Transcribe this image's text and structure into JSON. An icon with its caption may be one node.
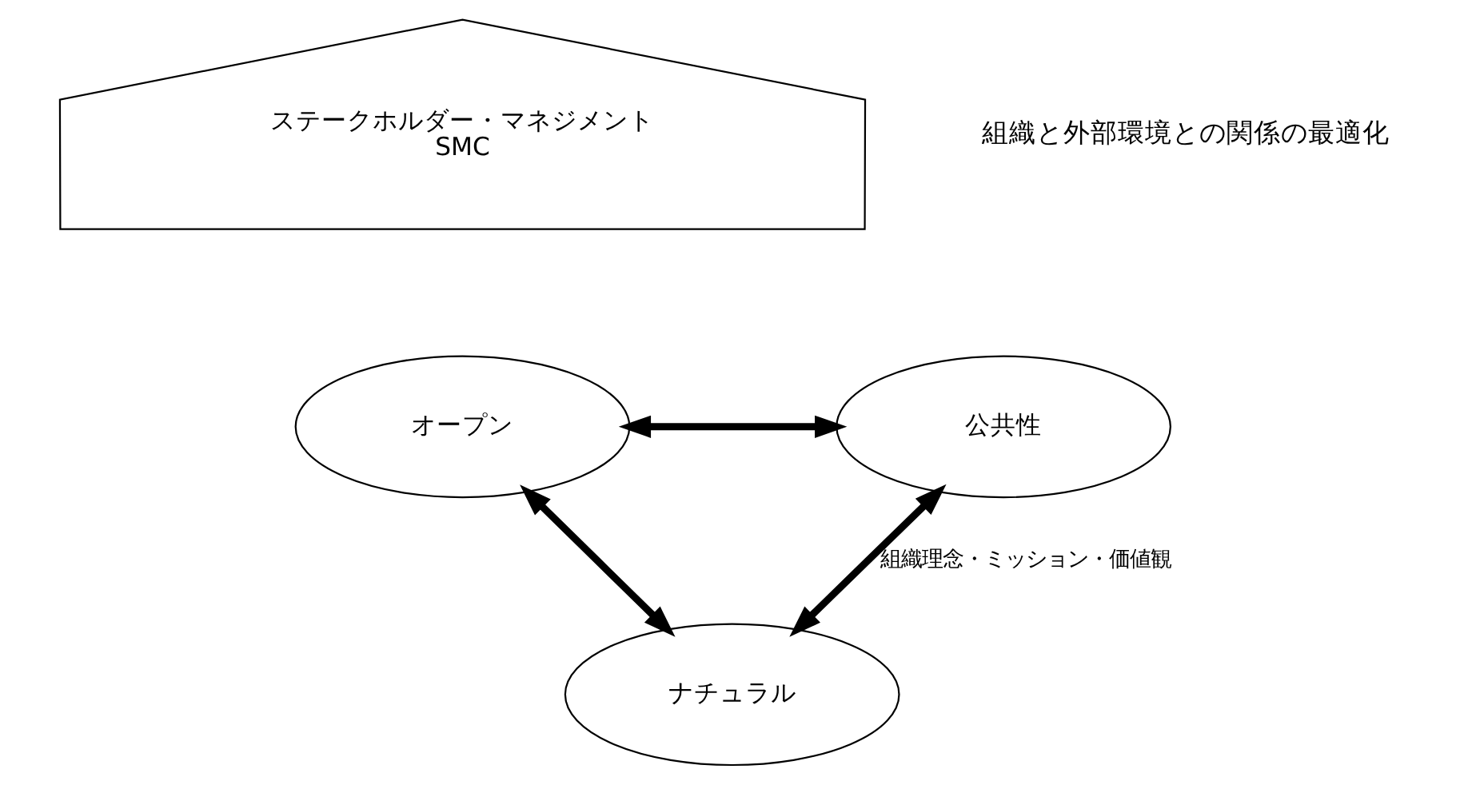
{
  "diagram": {
    "nodes": [
      {
        "text": [
          "ステークホルダー・マネジメント",
          "SMC"
        ]
      },
      {
        "text": [
          "オープン"
        ]
      },
      {
        "text": [
          "公共性"
        ]
      },
      {
        "text": [
          "ナチュラル"
        ]
      }
    ],
    "edges": [
      {
        "from": 3,
        "to": 1,
        "arrow": "both"
      },
      {
        "from": 1,
        "to": 2,
        "arrow": "both"
      },
      {
        "from": 3,
        "to": 2,
        "arrow": "both",
        "label": "組織理念・ミッション・価値観"
      }
    ],
    "labels": [
      "組織と外部環境との関係の最適化"
    ]
  }
}
